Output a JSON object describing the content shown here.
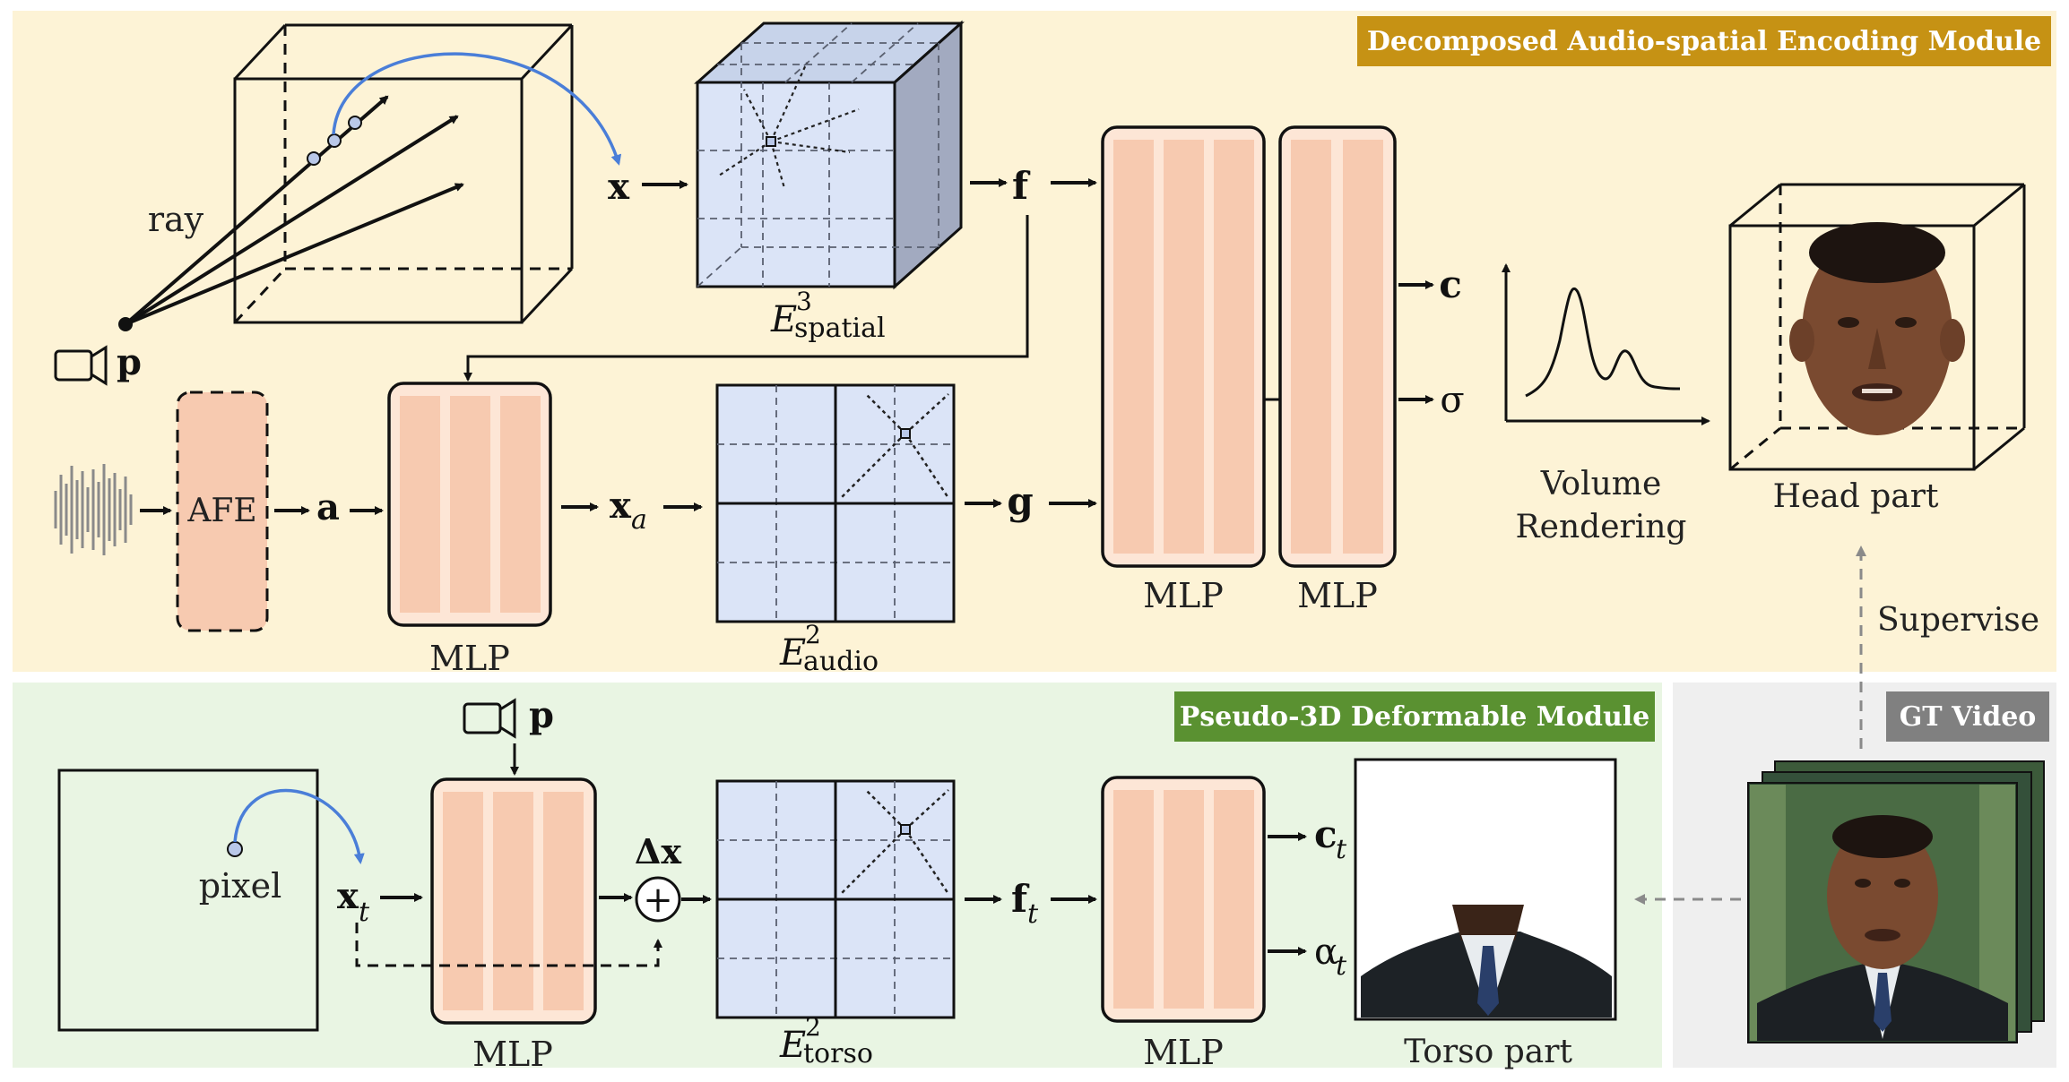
{
  "colors": {
    "top_panel_bg": "#fdf3d6",
    "bottom_panel_bg": "#e9f5e3",
    "gt_panel_bg": "#efefef",
    "top_badge_bg": "#c69214",
    "bottom_badge_bg": "#5a9131",
    "gt_badge_bg": "#808080",
    "mlp_fill": "#f7cab0",
    "grid_fill": "#dbe4f7",
    "curved_arrow": "#4a7ed8"
  },
  "badges": {
    "top": "Decomposed Audio-spatial Encoding Module",
    "bottom": "Pseudo-3D Deformable Module",
    "gt": "GT Video"
  },
  "labels": {
    "ray": "ray",
    "camera_pose_top": "p",
    "camera_pose_bottom": "p",
    "x": "x",
    "f": "f",
    "afe": "AFE",
    "a": "a",
    "xa_base": "x",
    "xa_sub": "a",
    "g": "g",
    "c": "c",
    "sigma": "σ",
    "volume_rendering_line1": "Volume",
    "volume_rendering_line2": "Rendering",
    "head_part": "Head part",
    "supervise": "Supervise",
    "pixel": "pixel",
    "xt_base": "x",
    "xt_sub": "t",
    "delta_x": "Δx",
    "plus": "+",
    "ft_base": "f",
    "ft_sub": "t",
    "ct_base": "c",
    "ct_sub": "t",
    "alpha_base": "α",
    "alpha_sub": "t",
    "torso_part": "Torso part",
    "mlp": "MLP",
    "e_base": "E",
    "e_spatial_sup": "3",
    "e_spatial_sub": "spatial",
    "e_audio_sup": "2",
    "e_audio_sub": "audio",
    "e_torso_sup": "2",
    "e_torso_sub": "torso"
  }
}
